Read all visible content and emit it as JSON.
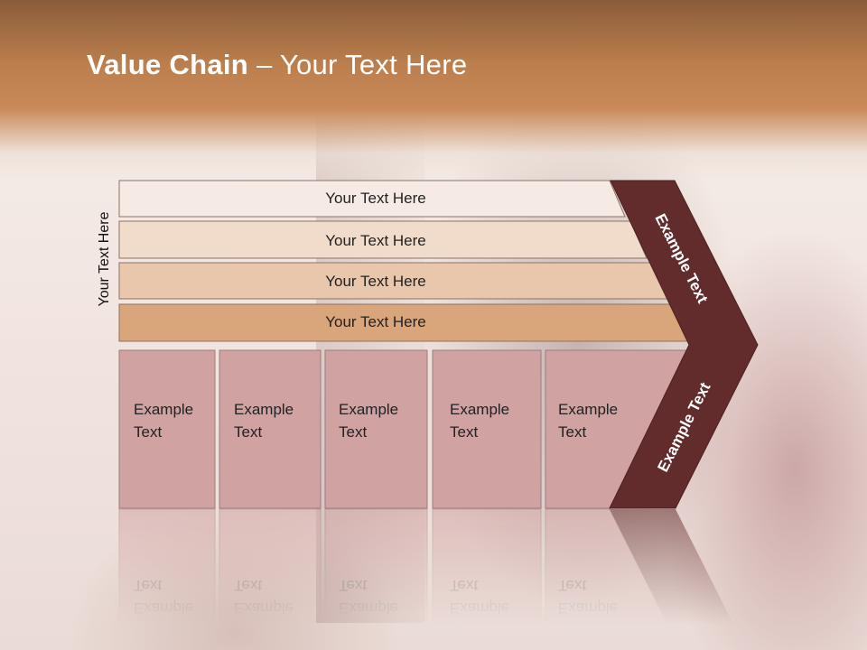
{
  "slide": {
    "title_bold": "Value Chain",
    "title_rest": " – Your Text Here",
    "side_label": "Your Text Here"
  },
  "rows": [
    {
      "label": "Your Text Here",
      "color": "#f5ebe4"
    },
    {
      "label": "Your Text Here",
      "color": "#f1dccc"
    },
    {
      "label": "Your Text Here",
      "color": "#e9c7ac"
    },
    {
      "label": "Your Text Here",
      "color": "#d9a57b"
    }
  ],
  "columns": [
    {
      "line1": "Example",
      "line2": "Text"
    },
    {
      "line1": "Example",
      "line2": "Text"
    },
    {
      "line1": "Example",
      "line2": "Text"
    },
    {
      "line1": "Example",
      "line2": "Text"
    },
    {
      "line1": "Example",
      "line2": "Text"
    }
  ],
  "chevron": {
    "upper_label": "Example Text",
    "lower_label": "Example Text",
    "color": "#632c2c"
  },
  "colors": {
    "column_fill": "#d0a2a2",
    "column_stroke": "#9d7d7d",
    "title_text": "#ffffff"
  }
}
